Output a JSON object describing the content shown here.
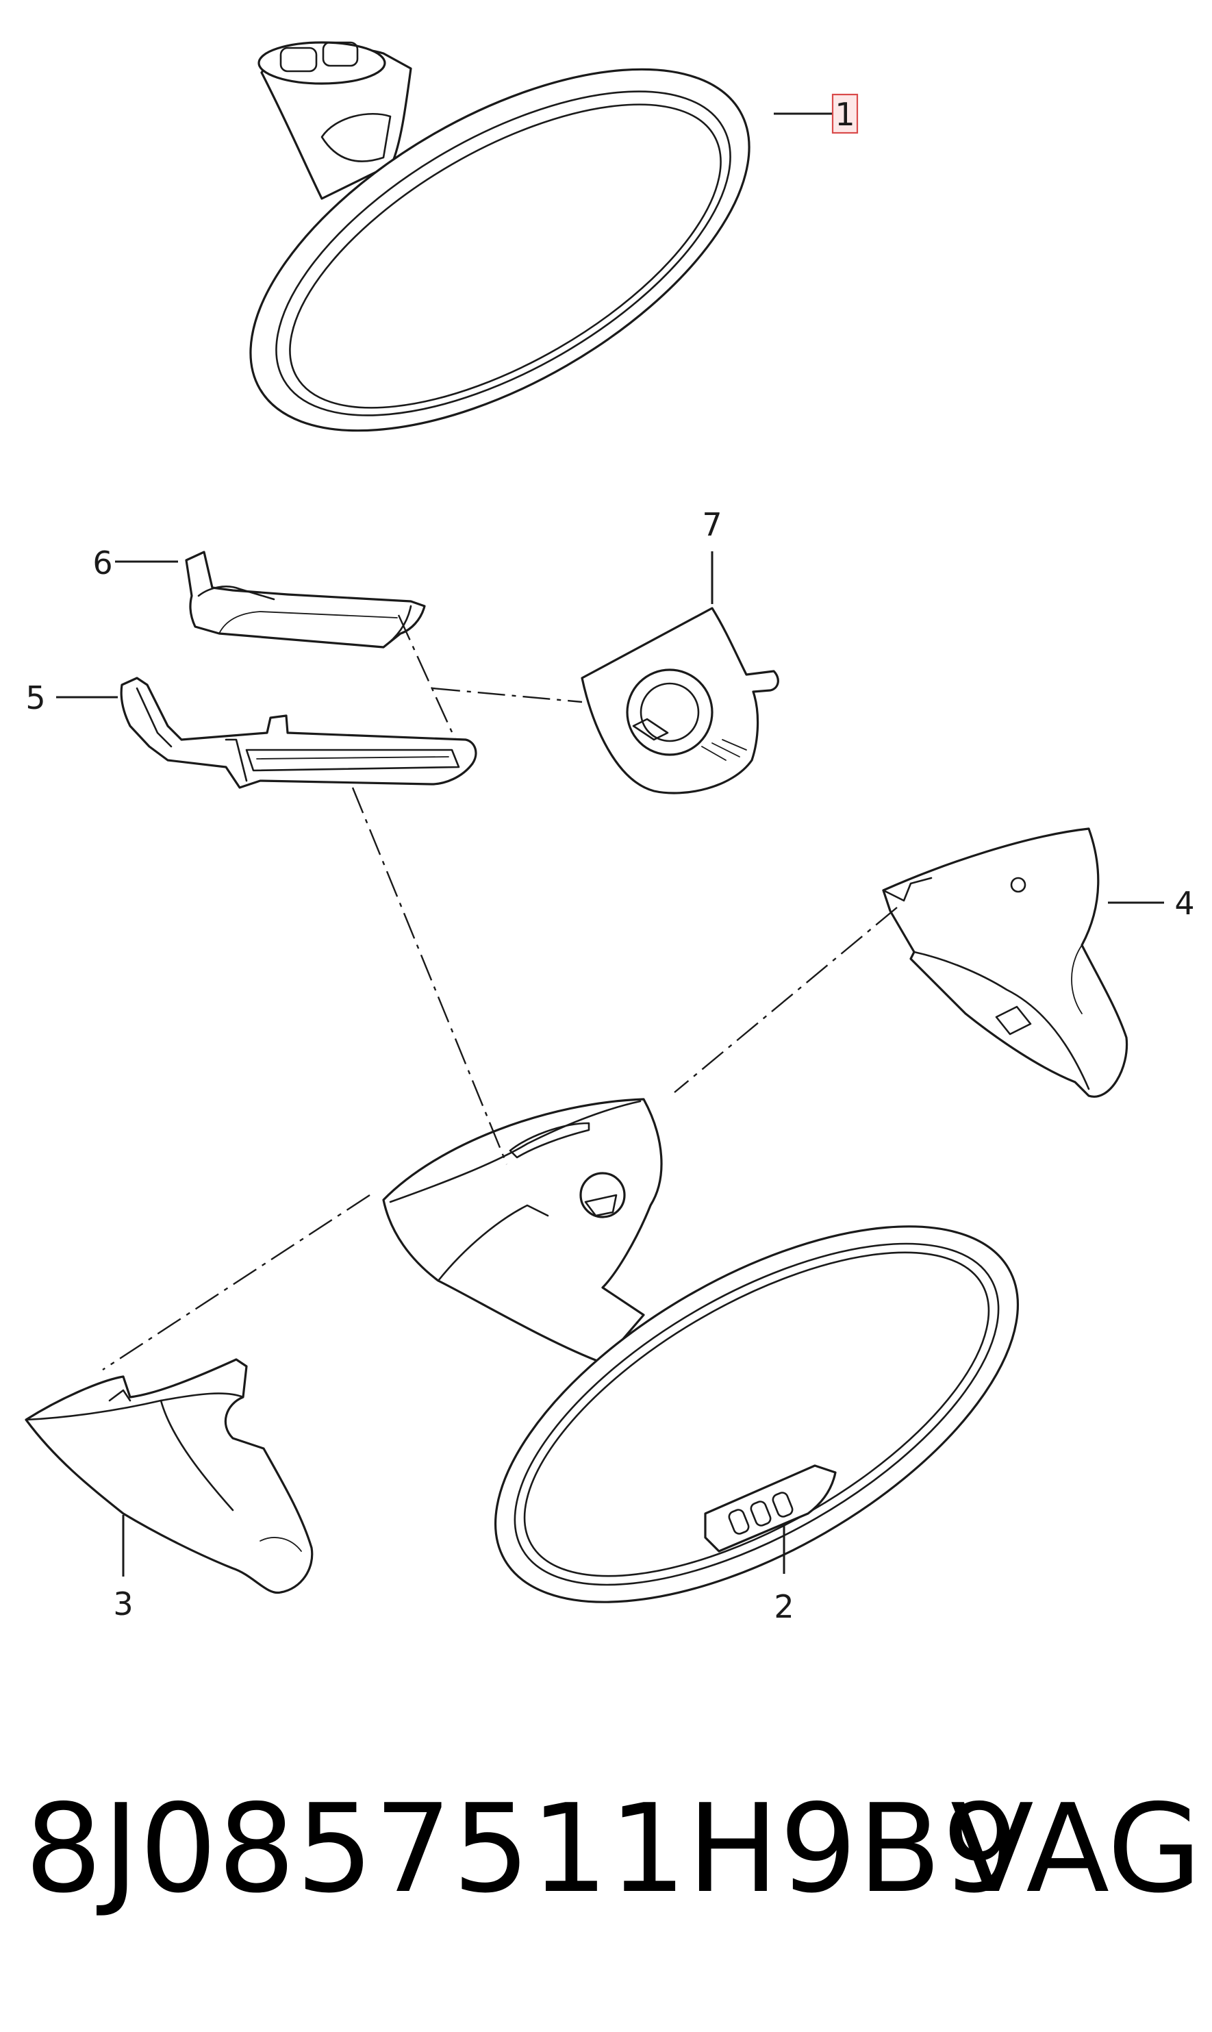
{
  "diagram": {
    "callouts": [
      {
        "id": "1",
        "label": "1",
        "highlighted": true
      },
      {
        "id": "2",
        "label": "2",
        "highlighted": false
      },
      {
        "id": "3",
        "label": "3",
        "highlighted": false
      },
      {
        "id": "4",
        "label": "4",
        "highlighted": false
      },
      {
        "id": "5",
        "label": "5",
        "highlighted": false
      },
      {
        "id": "6",
        "label": "6",
        "highlighted": false
      },
      {
        "id": "7",
        "label": "7",
        "highlighted": false
      }
    ],
    "highlight_color": "#d94a4a",
    "highlight_fill": "#fde8e8"
  },
  "footer": {
    "part_number": "8J0857511H9B9",
    "brand": "VAG"
  }
}
